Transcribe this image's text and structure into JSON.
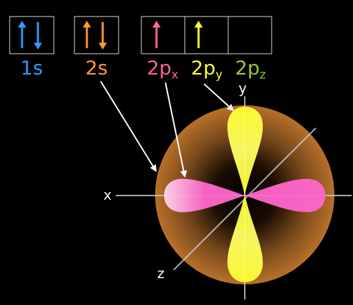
{
  "boxes": [
    {
      "label": "1s",
      "color": "#3399ff",
      "electrons": [
        "up",
        "down"
      ]
    },
    {
      "label": "2s",
      "color": "#ff9933",
      "electrons": [
        "up",
        "down"
      ]
    },
    {
      "label": "2p",
      "sub": "x",
      "color": "#ff6699",
      "electrons": [
        "up"
      ]
    },
    {
      "label": "2p",
      "sub": "y",
      "color": "#ffff33",
      "electrons": [
        "up"
      ]
    },
    {
      "label": "2p",
      "sub": "z",
      "color": "#99cc33",
      "electrons": []
    }
  ],
  "axes": {
    "x": "x",
    "y": "y",
    "z": "z"
  },
  "colors": {
    "sphere": "#b8702a",
    "p_x": "#ff66cc",
    "p_y": "#ffff33",
    "axis": "#cccccc",
    "arrow": "#ffffff",
    "box_border": "#dddddd"
  }
}
